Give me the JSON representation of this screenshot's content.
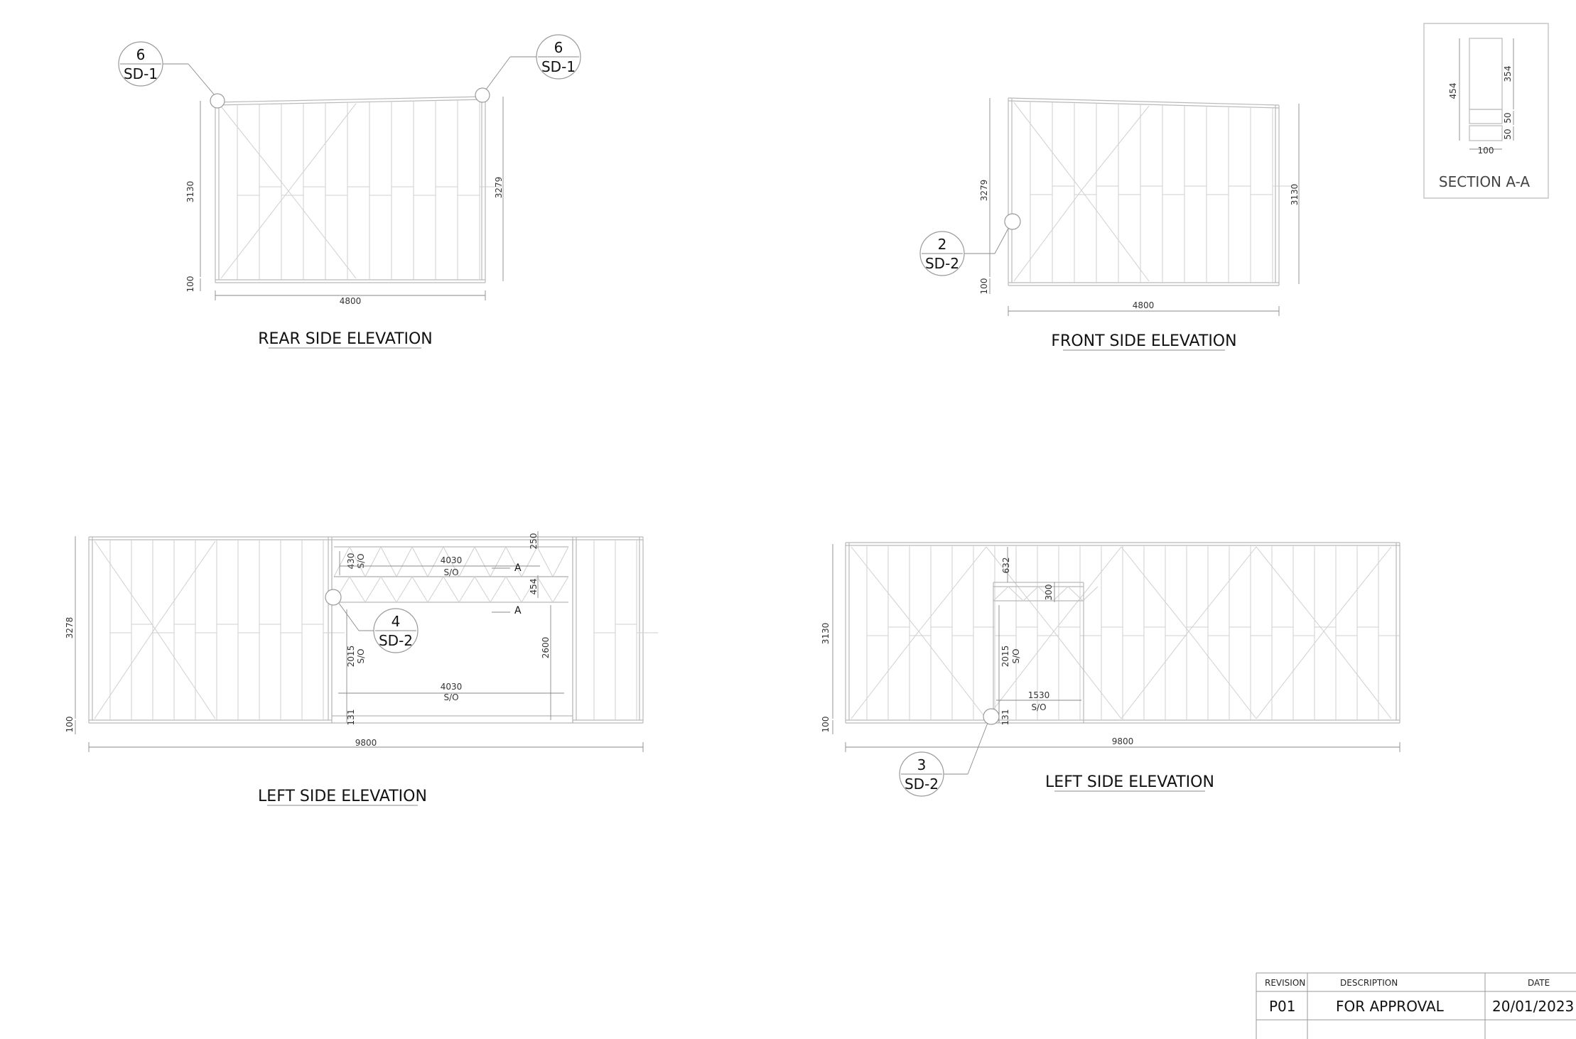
{
  "drawings": {
    "rear": {
      "title": "REAR SIDE ELEVATION",
      "dim_width": "4800",
      "dim_height_left": "3130",
      "dim_height_right": "3279",
      "dim_base": "100"
    },
    "front": {
      "title": "FRONT SIDE ELEVATION",
      "dim_width": "4800",
      "dim_height_left": "3279",
      "dim_height_right": "3130",
      "dim_base": "100"
    },
    "left1": {
      "title": "LEFT SIDE ELEVATION",
      "dim_width": "9800",
      "dim_height": "3278",
      "dim_base": "100",
      "dim_top_band": "250",
      "dim_430": "430",
      "dim_454": "454",
      "dim_2015": "2015",
      "dim_2600": "2600",
      "dim_131": "131",
      "dim_opening_top": "4030",
      "dim_opening_bottom": "4030",
      "so": "S/O",
      "section_mark": "A"
    },
    "left2": {
      "title": "LEFT SIDE ELEVATION",
      "dim_width": "9800",
      "dim_height": "3130",
      "dim_base": "100",
      "dim_632": "632",
      "dim_300": "300",
      "dim_2015": "2015",
      "dim_131": "131",
      "dim_opening": "1530",
      "so": "S/O"
    },
    "section": {
      "title": "SECTION A-A",
      "dim_454": "454",
      "dim_354": "354",
      "dim_50a": "50",
      "dim_50b": "50",
      "dim_100": "100"
    }
  },
  "callouts": [
    {
      "number": "6",
      "sheet": "SD-1"
    },
    {
      "number": "6",
      "sheet": "SD-1"
    },
    {
      "number": "2",
      "sheet": "SD-2"
    },
    {
      "number": "4",
      "sheet": "SD-2"
    },
    {
      "number": "3",
      "sheet": "SD-2"
    }
  ],
  "title_block": {
    "headers": {
      "revision": "REVISION",
      "description": "DESCRIPTION",
      "date": "DATE"
    },
    "row": {
      "revision": "P01",
      "description": "FOR APPROVAL",
      "date": "20/01/2023"
    }
  }
}
